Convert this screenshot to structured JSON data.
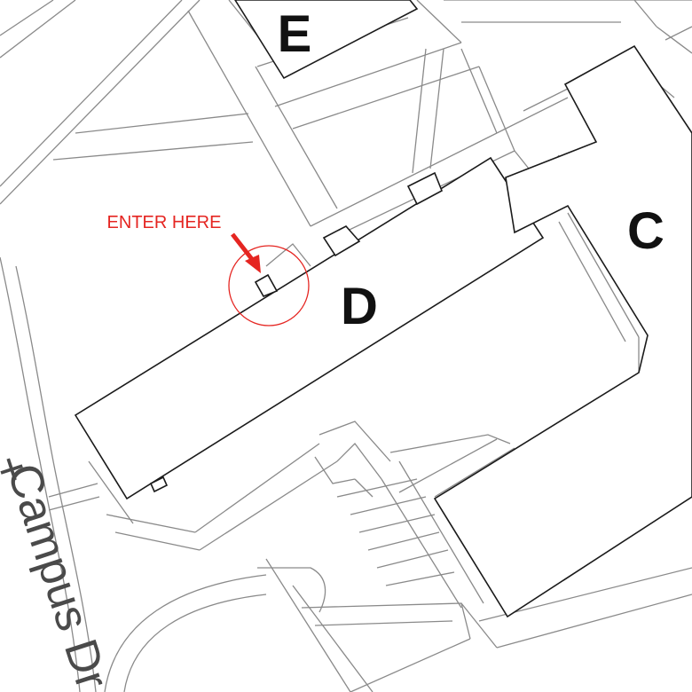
{
  "map": {
    "buildings": [
      {
        "id": "E",
        "label": "E"
      },
      {
        "id": "D",
        "label": "D"
      },
      {
        "id": "C",
        "label": "C"
      }
    ],
    "entrance_annotation": {
      "text": "ENTER HERE",
      "color": "#e52521"
    },
    "road_label": "Campus Dr",
    "colors": {
      "building_outline": "#1a1a1a",
      "path_lines": "#8a8a8a",
      "background": "#ffffff",
      "highlight": "#e52521"
    }
  }
}
